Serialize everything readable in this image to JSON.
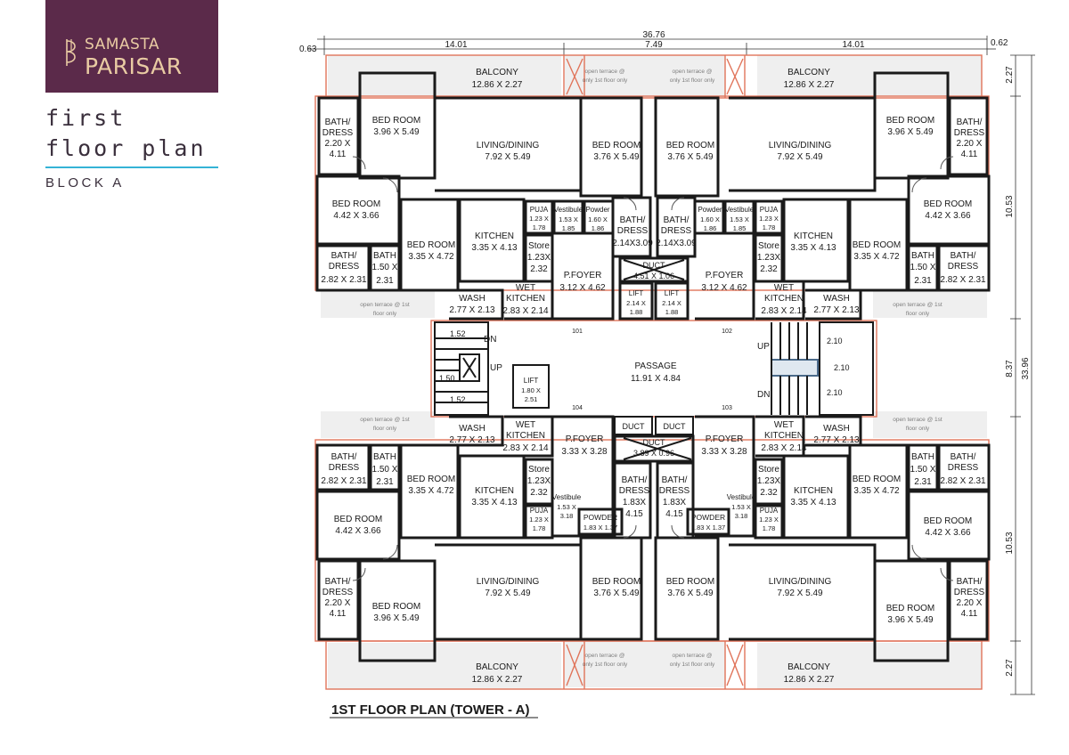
{
  "brand": {
    "line1": "SAMASTA",
    "line2": "PARISAR"
  },
  "side": {
    "title_line1": "first",
    "title_line2": "floor plan",
    "subtitle": "BLOCK A"
  },
  "caption": "1ST FLOOR PLAN (TOWER - A)",
  "colors": {
    "brand_bg": "#5b2a4a",
    "brand_text": "#e9cba3",
    "accent": "#34b3d6",
    "edge": "#e0745a",
    "wall": "#1a1a1a"
  },
  "dimensions": {
    "d_0_63": "0.63",
    "d_36_76": "36.76",
    "d_14_01_left": "14.01",
    "d_7_49": "7.49",
    "d_14_01_right": "14.01",
    "d_0_62": "0.62",
    "d_2_27_top": "2.27",
    "d_10_53_top": "10.53",
    "d_8_37": "8.37",
    "d_33_96": "33.96",
    "d_10_53_bottom": "10.53",
    "d_2_27_bottom": "2.27"
  },
  "rooms": {
    "balcony_tl": {
      "name": "BALCONY",
      "size": "12.86 X 2.27"
    },
    "balcony_tr": {
      "name": "BALCONY",
      "size": "12.86 X 2.27"
    },
    "balcony_bl": {
      "name": "BALCONY",
      "size": "12.86 X 2.27"
    },
    "balcony_br": {
      "name": "BALCONY",
      "size": "12.86 X 2.27"
    },
    "bath_tl": {
      "l1": "BATH/",
      "l2": "DRESS",
      "l3": "2.20 X",
      "l4": "4.11"
    },
    "bath_tr": {
      "l1": "BATH/",
      "l2": "DRESS",
      "l3": "2.20 X",
      "l4": "4.11"
    },
    "bath_bl": {
      "l1": "BATH/",
      "l2": "DRESS",
      "l3": "2.20 X",
      "l4": "4.11"
    },
    "bath_br": {
      "l1": "BATH/",
      "l2": "DRESS",
      "l3": "2.20 X",
      "l4": "4.11"
    },
    "bed_a_tl": {
      "name": "BED ROOM",
      "size": "3.96 X 5.49"
    },
    "bed_a_tr": {
      "name": "BED ROOM",
      "size": "3.96 X 5.49"
    },
    "bed_a_bl": {
      "name": "BED ROOM",
      "size": "3.96 X 5.49"
    },
    "bed_a_br": {
      "name": "BED ROOM",
      "size": "3.96 X 5.49"
    },
    "living_tl": {
      "name": "LIVING/DINING",
      "size": "7.92 X 5.49"
    },
    "living_tr": {
      "name": "LIVING/DINING",
      "size": "7.92 X 5.49"
    },
    "living_bl": {
      "name": "LIVING/DINING",
      "size": "7.92 X 5.49"
    },
    "living_br": {
      "name": "LIVING/DINING",
      "size": "7.92 X 5.49"
    },
    "bed_c_tl": {
      "name": "BED ROOM",
      "size": "3.76 X 5.49"
    },
    "bed_c_tr": {
      "name": "BED ROOM",
      "size": "3.76 X 5.49"
    },
    "bed_c_bl": {
      "name": "BED ROOM",
      "size": "3.76 X 5.49"
    },
    "bed_c_br": {
      "name": "BED ROOM",
      "size": "3.76 X 5.49"
    },
    "bed_b_tl": {
      "name": "BED ROOM",
      "size": "4.42 X 3.66"
    },
    "bed_b_tr": {
      "name": "BED ROOM",
      "size": "4.42 X 3.66"
    },
    "bed_b_bl": {
      "name": "BED ROOM",
      "size": "4.42 X 3.66"
    },
    "bed_b_br": {
      "name": "BED ROOM",
      "size": "4.42 X 3.66"
    },
    "bed_d_tl": {
      "name": "BED ROOM",
      "size": "3.35 X 4.72"
    },
    "bed_d_tr": {
      "name": "BED ROOM",
      "size": "3.35 X 4.72"
    },
    "bed_d_bl": {
      "name": "BED ROOM",
      "size": "3.35 X 4.72"
    },
    "bed_d_br": {
      "name": "BED ROOM",
      "size": "3.35 X 4.72"
    },
    "bathd_tl": {
      "l1": "BATH/",
      "l2": "DRESS",
      "size": "2.82 X 2.31"
    },
    "bathd_tr": {
      "l1": "BATH/",
      "l2": "DRESS",
      "size": "2.82 X 2.31"
    },
    "bathd_bl": {
      "l1": "BATH/",
      "l2": "DRESS",
      "size": "2.82 X 2.31"
    },
    "bathd_br": {
      "l1": "BATH/",
      "l2": "DRESS",
      "size": "2.82 X 2.31"
    },
    "bath_small_tl": {
      "l1": "BATH",
      "l2": "1.50 X",
      "l3": "2.31"
    },
    "bath_small_tr": {
      "l1": "BATH",
      "l2": "1.50 X",
      "l3": "2.31"
    },
    "bath_small_bl": {
      "l1": "BATH",
      "l2": "1.50 X",
      "l3": "2.31"
    },
    "bath_small_br": {
      "l1": "BATH",
      "l2": "1.50 X",
      "l3": "2.31"
    },
    "kitchen_tl": {
      "name": "KITCHEN",
      "size": "3.35 X 4.13"
    },
    "kitchen_tr": {
      "name": "KITCHEN",
      "size": "3.35 X 4.13"
    },
    "kitchen_bl": {
      "name": "KITCHEN",
      "size": "3.35 X 4.13"
    },
    "kitchen_br": {
      "name": "KITCHEN",
      "size": "3.35 X 4.13"
    },
    "store_tl": {
      "l1": "Store",
      "l2": "1.23X",
      "l3": "2.32"
    },
    "store_tr": {
      "l1": "Store",
      "l2": "1.23X",
      "l3": "2.32"
    },
    "store_bl": {
      "l1": "Store",
      "l2": "1.23X",
      "l3": "2.32"
    },
    "store_br": {
      "l1": "Store",
      "l2": "1.23X",
      "l3": "2.32"
    },
    "puja_tl": {
      "l1": "PUJA",
      "l2": "1.23 X",
      "l3": "1.78"
    },
    "puja_tr": {
      "l1": "PUJA",
      "l2": "1.23 X",
      "l3": "1.78"
    },
    "puja_bl": {
      "l1": "PUJA",
      "l2": "1.23 X",
      "l3": "1.78"
    },
    "puja_br": {
      "l1": "PUJA",
      "l2": "1.23 X",
      "l3": "1.78"
    },
    "vest_t_l": {
      "l1": "Vestibule",
      "l2": "1.53 X",
      "l3": "1.85"
    },
    "vest_t_r": {
      "l1": "Vestibule",
      "l2": "1.53 X",
      "l3": "1.85"
    },
    "vest_b_l": {
      "l1": "Vestibule",
      "l2": "1.53 X",
      "l3": "3.18"
    },
    "vest_b_r": {
      "l1": "Vestibule",
      "l2": "1.53 X",
      "l3": "3.18"
    },
    "powder_t_l": {
      "l1": "Powder",
      "l2": "1.60 X",
      "l3": "1.86"
    },
    "powder_t_r": {
      "l1": "Powder",
      "l2": "1.60 X",
      "l3": "1.86"
    },
    "powder_b_l": {
      "name": "POWDER",
      "size": "1.83 X 1.37"
    },
    "powder_b_r": {
      "name": "POWDER",
      "size": "1.83 X 1.37"
    },
    "bathc_t_l": {
      "l1": "BATH/",
      "l2": "DRESS",
      "l3": "2.14X3.09"
    },
    "bathc_t_r": {
      "l1": "BATH/",
      "l2": "DRESS",
      "l3": "2.14X3.09"
    },
    "bathc_b_l": {
      "l1": "BATH/",
      "l2": "DRESS",
      "l3": "1.83X",
      "l4": "4.15"
    },
    "bathc_b_r": {
      "l1": "BATH/",
      "l2": "DRESS",
      "l3": "1.83X",
      "l4": "4.15"
    },
    "foyer_tl": {
      "name": "P.FOYER",
      "size": "3.12 X 4.62"
    },
    "foyer_tr": {
      "name": "P.FOYER",
      "size": "3.12 X 4.62"
    },
    "foyer_bl": {
      "name": "P.FOYER",
      "size": "3.33 X 3.28"
    },
    "foyer_br": {
      "name": "P.FOYER",
      "size": "3.33 X 3.28"
    },
    "wash_tl": {
      "name": "WASH",
      "size": "2.77 X 2.13"
    },
    "wash_tr": {
      "name": "WASH",
      "size": "2.77 X 2.13"
    },
    "wash_bl": {
      "name": "WASH",
      "size": "2.77 X 2.13"
    },
    "wash_br": {
      "name": "WASH",
      "size": "2.77 X 2.13"
    },
    "wet_tl": {
      "l1": "WET",
      "l2": "KITCHEN",
      "size": "2.83 X 2.14"
    },
    "wet_tr": {
      "l1": "WET",
      "l2": "KITCHEN",
      "size": "2.83 X 2.14"
    },
    "wet_bl": {
      "l1": "WET",
      "l2": "KITCHEN",
      "size": "2.83 X 2.14"
    },
    "wet_br": {
      "l1": "WET",
      "l2": "KITCHEN",
      "size": "2.83 X 2.14"
    },
    "duct_top": {
      "name": "DUCT",
      "size": "4.51 X 1.06"
    },
    "duct_bottom": {
      "name": "DUCT",
      "size": "3.89 X 0.96"
    },
    "duct_small_l": {
      "name": "DUCT"
    },
    "duct_small_r": {
      "name": "DUCT"
    },
    "lift_1": {
      "name": "LIFT",
      "l2": "2.14 X",
      "l3": "1.88"
    },
    "lift_2": {
      "name": "LIFT",
      "l2": "2.14 X",
      "l3": "1.88"
    },
    "lift_3": {
      "name": "LIFT",
      "l2": "1.80 X",
      "l3": "2.51"
    },
    "passage": {
      "name": "PASSAGE",
      "size": "11.91 X 4.84"
    }
  },
  "flat_numbers": {
    "n101": "101",
    "n102": "102",
    "n103": "103",
    "n104": "104"
  },
  "stairs": {
    "dn_left": "DN",
    "up_left": "UP",
    "up_right": "UP",
    "dn_right": "DN",
    "w_left_1": "1.52",
    "w_left_2": "1.50",
    "w_left_3": "1.52",
    "w_right_1": "2.10",
    "w_right_2": "2.10",
    "w_right_3": "2.10"
  },
  "terrace": {
    "t_top_l": {
      "l1": "open terrace @",
      "l2": "only 1st floor only"
    },
    "t_top_r": {
      "l1": "open terrace @",
      "l2": "only 1st floor only"
    },
    "t_bot_l": {
      "l1": "open terrace @",
      "l2": "only 1st floor only"
    },
    "t_bot_r": {
      "l1": "open terrace @",
      "l2": "only 1st floor only"
    },
    "t_mid_tl": {
      "l1": "open terrace @ 1st",
      "l2": "floor only"
    },
    "t_mid_tr": {
      "l1": "open terrace @ 1st",
      "l2": "floor only"
    },
    "t_mid_bl": {
      "l1": "open terrace @ 1st",
      "l2": "floor only"
    },
    "t_mid_br": {
      "l1": "open terrace @ 1st",
      "l2": "floor only"
    }
  }
}
